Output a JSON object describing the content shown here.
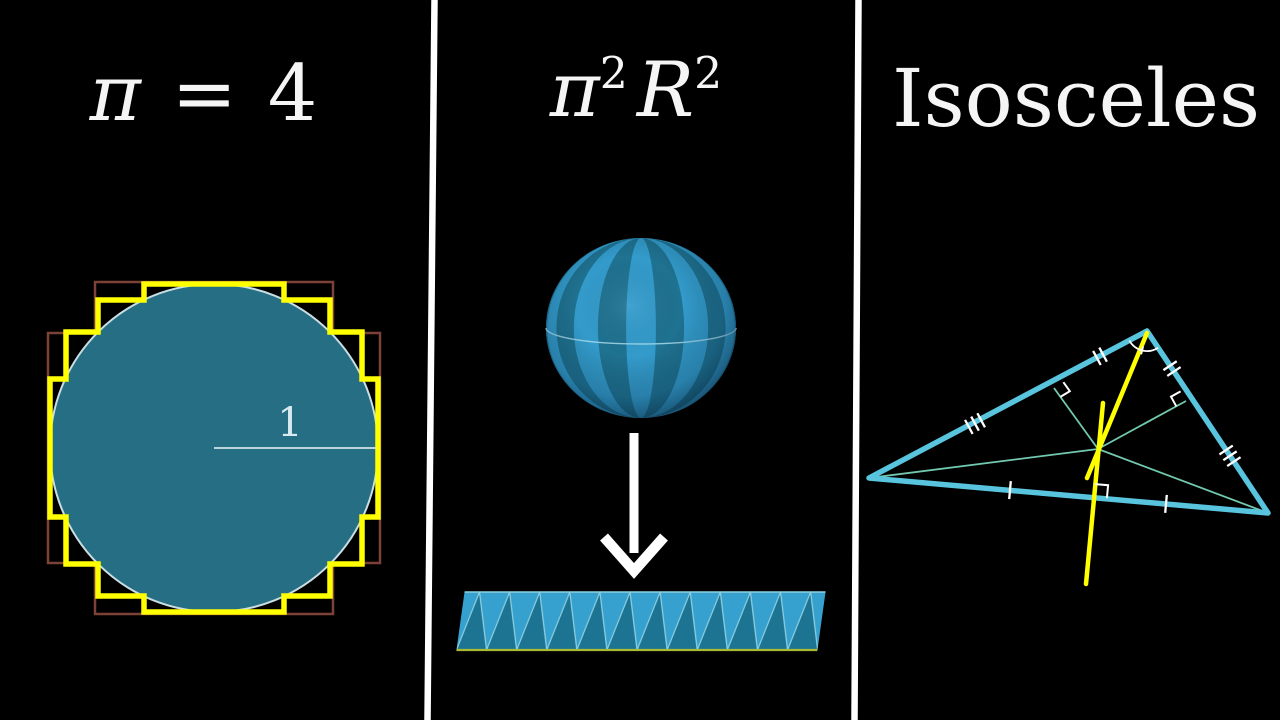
{
  "left_panel": {
    "title_pi": "π",
    "title_rest": " = 4",
    "radius_label": "1"
  },
  "middle_panel": {
    "title_pi": "π",
    "title_sup1": "2",
    "title_R": "R",
    "title_sup2": "2"
  },
  "right_panel": {
    "title": "Isosceles"
  },
  "colors": {
    "background": "#000000",
    "separator": "#FFFFFF",
    "title_text": "#F5F5F5",
    "circle_fill": "#256E83",
    "circle_stroke": "#C9DDE3",
    "staircase_yellow": "#FFFF00",
    "staircase_maroon": "#7C4237",
    "radius_line": "#CFE2E8",
    "radius_label": "#D8EAF0",
    "sphere_light": "#339BCB",
    "sphere_dark": "#1F7291",
    "equator": "#A8DCEC",
    "arrow": "#FFFFFF",
    "strip_light": "#36A1CF",
    "strip_dark": "#1D7492",
    "strip_edge": "#8FD0E2",
    "strip_baseline": "#A9BA35",
    "triangle_stroke": "#58C4DD",
    "bisector_line": "#72C9B0",
    "yellow_line": "#FFFF00",
    "tick_mark": "#FFFFFF"
  }
}
